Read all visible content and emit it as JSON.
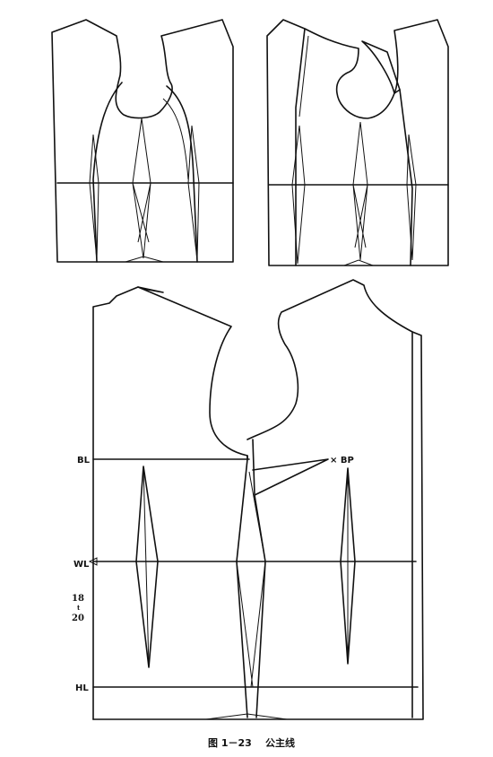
{
  "labels": {
    "bust_line": "BL",
    "waist_line": "WL",
    "hip_line": "HL",
    "bust_point": "× BP",
    "fraction_top": "18",
    "fraction_mid": "t",
    "fraction_bottom": "20"
  },
  "caption": {
    "figure_number": "图 1－23",
    "title": "公主线"
  }
}
